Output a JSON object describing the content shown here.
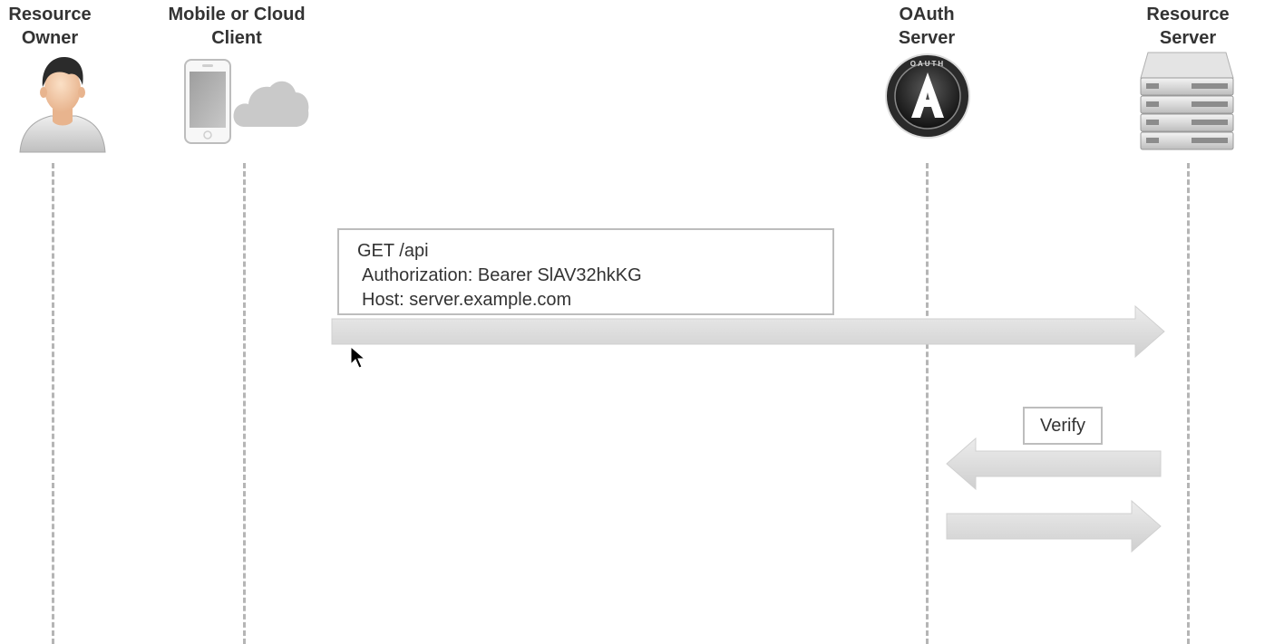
{
  "actors": [
    {
      "id": "resource-owner",
      "title": "Resource\nOwner",
      "icon": "user-icon"
    },
    {
      "id": "client",
      "title": "Mobile or Cloud\nClient",
      "icon": "phone-and-cloud-icon"
    },
    {
      "id": "oauth-server",
      "title": "OAuth\nServer",
      "icon": "oauth-logo-icon"
    },
    {
      "id": "resource-server",
      "title": "Resource\nServer",
      "icon": "server-rack-icon"
    }
  ],
  "oauth_logo_text": "OAUTH",
  "messages": {
    "request": {
      "line1": "GET /api",
      "line2": "Authorization: Bearer SlAV32hkKG",
      "line3": "Host: server.example.com",
      "from": "client",
      "to": "resource-server"
    },
    "verify": {
      "label": "Verify",
      "from": "resource-server",
      "to": "oauth-server"
    },
    "verify_response": {
      "from": "oauth-server",
      "to": "resource-server"
    }
  },
  "colors": {
    "title_text": "#333333",
    "lifeline": "#b5b5b5",
    "arrow_fill": "#dcdcdc",
    "box_border": "#bdbdbd"
  }
}
